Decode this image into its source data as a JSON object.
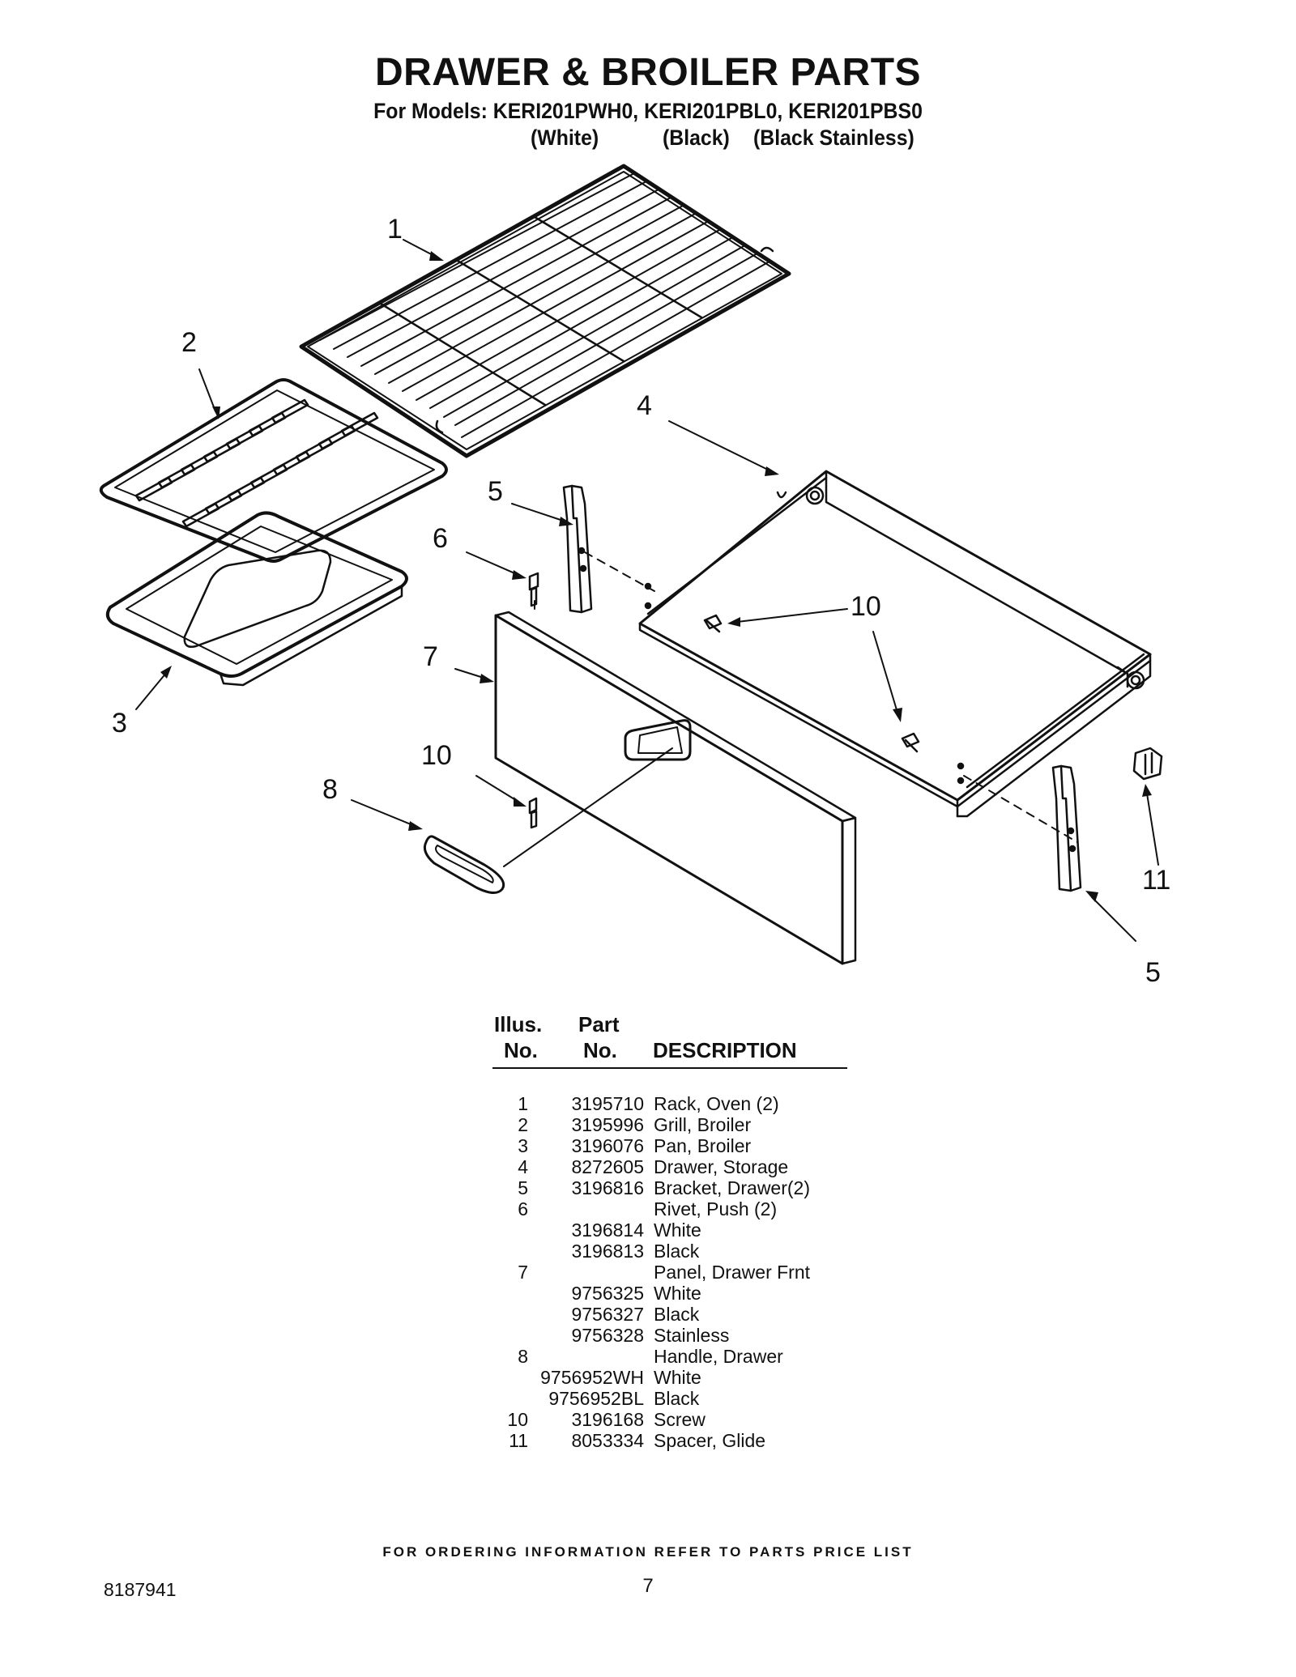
{
  "header": {
    "title": "DRAWER & BROILER PARTS",
    "models": "For Models: KERI201PWH0, KERI201PBL0, KERI201PBS0",
    "variants": [
      "(White)",
      "(Black)",
      "(Black Stainless)"
    ]
  },
  "callouts": [
    "1",
    "2",
    "3",
    "4",
    "5",
    "6",
    "7",
    "10",
    "8",
    "10",
    "11",
    "5"
  ],
  "table": {
    "header_illus_1": "Illus.",
    "header_illus_2": "No.",
    "header_part_1": "Part",
    "header_part_2": "No.",
    "header_desc": "DESCRIPTION",
    "rows": [
      {
        "no": "1",
        "part": "3195710",
        "desc": "Rack, Oven (2)"
      },
      {
        "no": "2",
        "part": "3195996",
        "desc": "Grill, Broiler"
      },
      {
        "no": "3",
        "part": "3196076",
        "desc": "Pan, Broiler"
      },
      {
        "no": "4",
        "part": "8272605",
        "desc": "Drawer, Storage"
      },
      {
        "no": "5",
        "part": "3196816",
        "desc": "Bracket, Drawer(2)"
      },
      {
        "no": "6",
        "part": "",
        "desc": "Rivet, Push (2)"
      },
      {
        "no": "",
        "part": "3196814",
        "desc": "White"
      },
      {
        "no": "",
        "part": "3196813",
        "desc": "Black"
      },
      {
        "no": "7",
        "part": "",
        "desc": "Panel, Drawer Frnt"
      },
      {
        "no": "",
        "part": "9756325",
        "desc": "White"
      },
      {
        "no": "",
        "part": "9756327",
        "desc": "Black"
      },
      {
        "no": "",
        "part": "9756328",
        "desc": "Stainless"
      },
      {
        "no": "8",
        "part": "",
        "desc": "Handle, Drawer"
      },
      {
        "no": "",
        "part": "9756952WH",
        "desc": "White"
      },
      {
        "no": "",
        "part": "9756952BL",
        "desc": "Black"
      },
      {
        "no": "10",
        "part": "3196168",
        "desc": "Screw"
      },
      {
        "no": "11",
        "part": "8053334",
        "desc": "Spacer, Glide"
      }
    ]
  },
  "footer": {
    "note": "FOR ORDERING INFORMATION REFER TO PARTS PRICE LIST",
    "doc_number": "8187941",
    "page_number": "7"
  }
}
